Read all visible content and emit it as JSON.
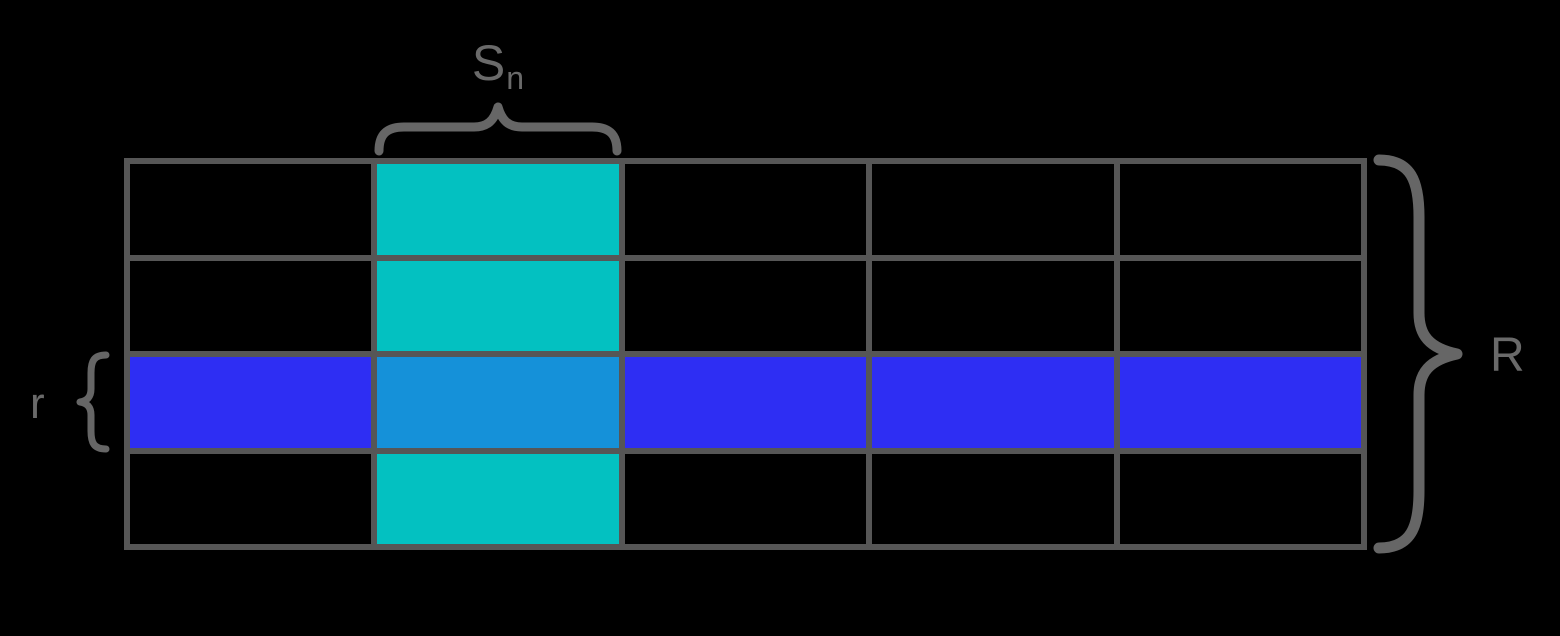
{
  "figure": {
    "background": "#000000",
    "labels": {
      "column_base": "S",
      "column_subscript": "n",
      "row_label": "r",
      "grid_label": "R"
    },
    "colors": {
      "grid_line": "#565656",
      "brace": "#666666",
      "label_text": "#6a6a6a",
      "cell_background": "#000000",
      "column_highlight": "#03c1c1",
      "row_highlight": "#2e2ef3",
      "intersection_highlight": "#1591d9"
    },
    "grid": {
      "rows": 4,
      "columns": 5,
      "highlighted_column_index": 1,
      "highlighted_row_index": 2
    }
  }
}
